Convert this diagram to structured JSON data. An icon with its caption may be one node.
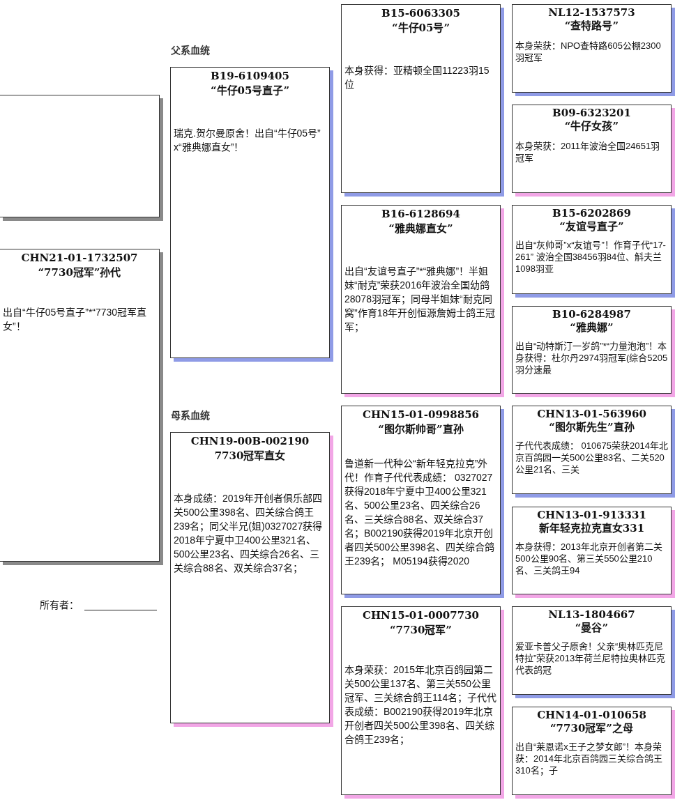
{
  "diagram": {
    "nodes": [
      {
        "text": [],
        "shape": "box"
      },
      {
        "text": [
          "CHN21-01-1732507",
          "“7730冠军”孙代",
          "出自“牛仔05号直子”*“7730冠军直女”！"
        ]
      },
      {
        "text": [
          "B19-6109405",
          "“牛仔05号直子”",
          "瑞克.贺尔曼原舍！出自“牛仔05号”x“雅典娜直女”！"
        ]
      },
      {
        "text": [
          "CHN19-00B-002190",
          "7730冠军直女",
          "本身成绩：2019年开创者俱乐部四关500公里398名、四关综合鸽王239名；同父半兄(姐)0327027获得2018年宁夏中卫400公里321名、500公里23名、四关综合26名、三关综合88名、双关综合37名；"
        ]
      },
      {
        "text": [
          "B15-6063305",
          "“牛仔05号”",
          "本身获得：亚精顿全国11223羽15位"
        ]
      },
      {
        "text": [
          "B16-6128694",
          "“雅典娜直女”",
          "出自“友谊号直子”*“雅典娜”！半姐妹“耐克”荣获2016年波治全国幼鸽28078羽冠军；同母半姐妹“耐克同窝”作育18年开创恒源詹姆士鸽王冠军；"
        ]
      },
      {
        "text": [
          "CHN15-01-0998856",
          "“图尔斯帅哥”直孙",
          "鲁道新一代种公“新年轻克拉克”外代！作育子代代表成绩： 0327027获得2018年宁夏中卫400公里321名、500公里23名、四关综合26名、三关综合88名、双关综合37名；B002190获得2019年北京开创者四关500公里398名、四关综合鸽王239名； M05194获得2020"
        ]
      },
      {
        "text": [
          "CHN15-01-0007730",
          "“7730冠军”",
          "本身荣获：2015年北京百鸽园第二关500公里137名、第三关550公里冠军、三关综合鸽王114名；子代代表成绩：B002190获得2019年北京开创者四关500公里398名、四关综合鸽王239名；"
        ]
      },
      {
        "text": [
          "NL12-1537573",
          "“查特路号”",
          "本身荣获：NPO查特路605公棚2300羽冠军"
        ]
      },
      {
        "text": [
          "B09-6323201",
          "“牛仔女孩”",
          "本身荣获：2011年波治全国24651羽冠军"
        ]
      },
      {
        "text": [
          "B15-6202869",
          "“友谊号直子”",
          "出自“灰帅哥”x“友谊号”！作育子代“17-261” 波治全国38456羽84位、斛夫兰1098羽亚"
        ]
      },
      {
        "text": [
          "B10-6284987",
          "“雅典娜”",
          "出自“动特斯汀一岁鸽”*“力量泡泡”！本身获得：杜尔丹2974羽冠军(综合5205羽分速最"
        ]
      },
      {
        "text": [
          "CHN13-01-563960",
          "“图尔斯先生”直孙",
          "子代代表成绩： 010675荣获2014年北京百鸽园一关500公里83名、二关520公里21名、三关"
        ]
      },
      {
        "text": [
          "CHN13-01-913331",
          "新年轻克拉克直女331",
          "本身获得：2013年北京开创者第二关500公里90名、第三关550公里210名、三关鸽王94"
        ]
      },
      {
        "text": [
          "NL13-1804667",
          "“曼谷”",
          "爱亚卡普父子原舍！父亲“奥林匹克尼特拉”荣获2013年荷兰尼特拉奥林匹克代表鸽冠"
        ]
      },
      {
        "text": [
          "CHN14-01-010658",
          "“7730冠军”之母",
          "出自“莱恩诺x王子之梦女郎”！本身荣获：2014年北京百鸽园三关综合鸽王310名；子"
        ]
      }
    ],
    "labels": [
      "父系血统",
      "母系血统",
      "所有者："
    ]
  }
}
